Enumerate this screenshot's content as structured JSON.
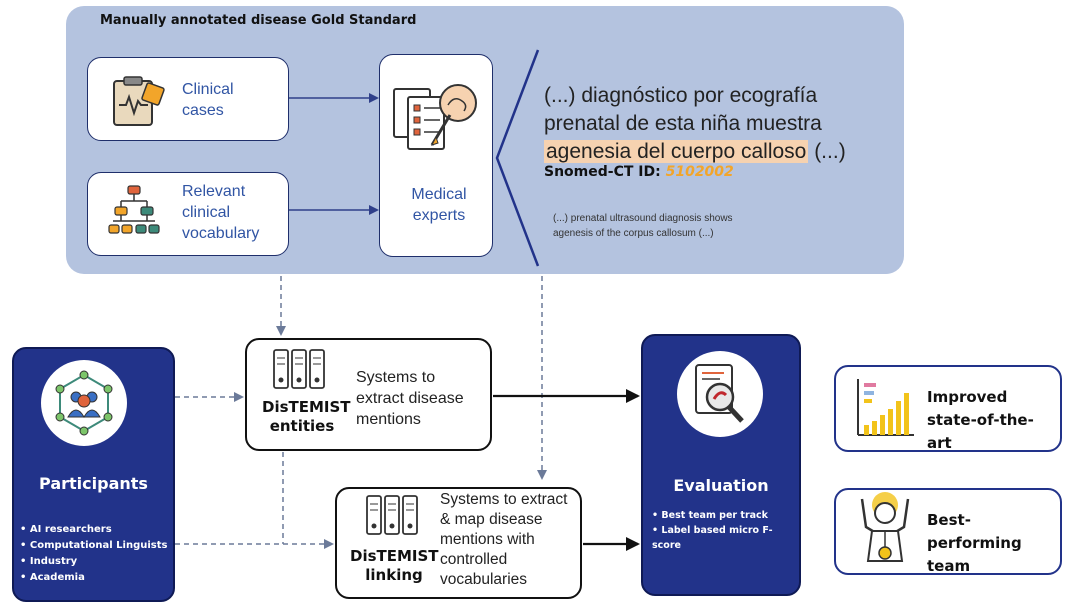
{
  "gold_standard": {
    "title": "Manually annotated disease Gold Standard",
    "clinical_cases": "Clinical cases",
    "relevant_vocabulary": "Relevant clinical vocabulary",
    "medical_experts": "Medical experts",
    "example": {
      "line1": "(...) diagnóstico por ecografía",
      "line2": "prenatal de esta niña muestra",
      "highlight": "agenesia del cuerpo calloso",
      "tail": " (...)",
      "snomed_label": "Snomed-CT ID: ",
      "snomed_id": "5102002",
      "translation_line1": "(...)  prenatal ultrasound diagnosis shows",
      "translation_line2": "agenesis of the corpus callosum (...)"
    }
  },
  "participants": {
    "title": "Participants",
    "items": [
      "AI researchers",
      "Computational Linguists",
      "Industry",
      "Academia"
    ]
  },
  "entities": {
    "label_line1": "DisTEMIST",
    "label_line2": "entities",
    "description": "Systems to extract disease mentions"
  },
  "linking": {
    "label_line1": "DisTEMIST",
    "label_line2": "linking",
    "description": "Systems to extract &  map disease mentions with controlled vocabularies"
  },
  "evaluation": {
    "title": "Evaluation",
    "items": [
      "Best team per track",
      "Label based micro F-score"
    ]
  },
  "results": {
    "improved": "Improved state-of-the-art",
    "best": "Best-performing team"
  },
  "colors": {
    "panel": "#b4c3df",
    "navy": "#22338a",
    "accent_text": "#3155a4",
    "highlight": "#f6d2b0",
    "snomed_id": "#f2a52a"
  },
  "icons": [
    "clipboard-icon",
    "hierarchy-icon",
    "medical-documents-icon",
    "people-network-icon",
    "server-icon",
    "magnifier-icon",
    "bar-chart-icon",
    "award-person-icon"
  ]
}
